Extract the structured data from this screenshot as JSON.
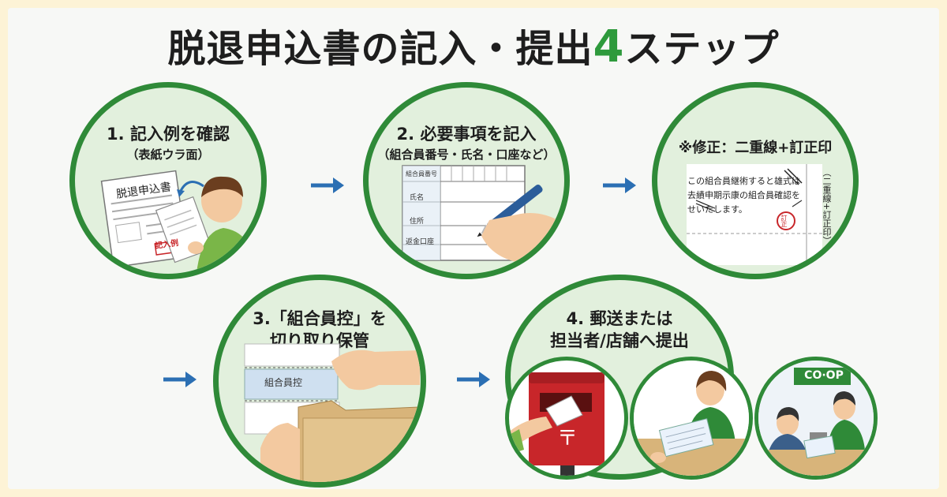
{
  "title": {
    "main": "脱退申込書の記入・提出",
    "num": "4",
    "suffix": "ステップ"
  },
  "steps": [
    {
      "title": "1. 記入例を確認",
      "sub": "（表紙ウラ面）",
      "doc_title": "脱退申込書",
      "stamp": "記入例"
    },
    {
      "title": "2. 必要事項を記入",
      "sub": "（組合員番号・氏名・口座など）",
      "form_rows": [
        "組合員番号",
        "氏名",
        "住所",
        "返金口座"
      ]
    },
    {
      "title": "※修正：二重線+訂正印",
      "doc_lines": [
        "この組合員継術すると雄式は",
        "去績申期示康の組合員確認を",
        "せいたします。"
      ],
      "side_note": "（二重線+訂正印）",
      "seal": "訂正"
    },
    {
      "title_line1": "3.「組合員控」を",
      "title_line2": "切り取り保管",
      "tab_label": "組合員控"
    },
    {
      "title_line1": "4. 郵送または",
      "title_line2": "担当者/店舗へ提出",
      "store_sign": "CO·OP"
    }
  ],
  "colors": {
    "green": "#2f8a38",
    "light_green": "#e2f0dd",
    "arrow_blue": "#2b6fb3",
    "title_accent": "#2e9a3c",
    "post_red": "#c8262a"
  }
}
